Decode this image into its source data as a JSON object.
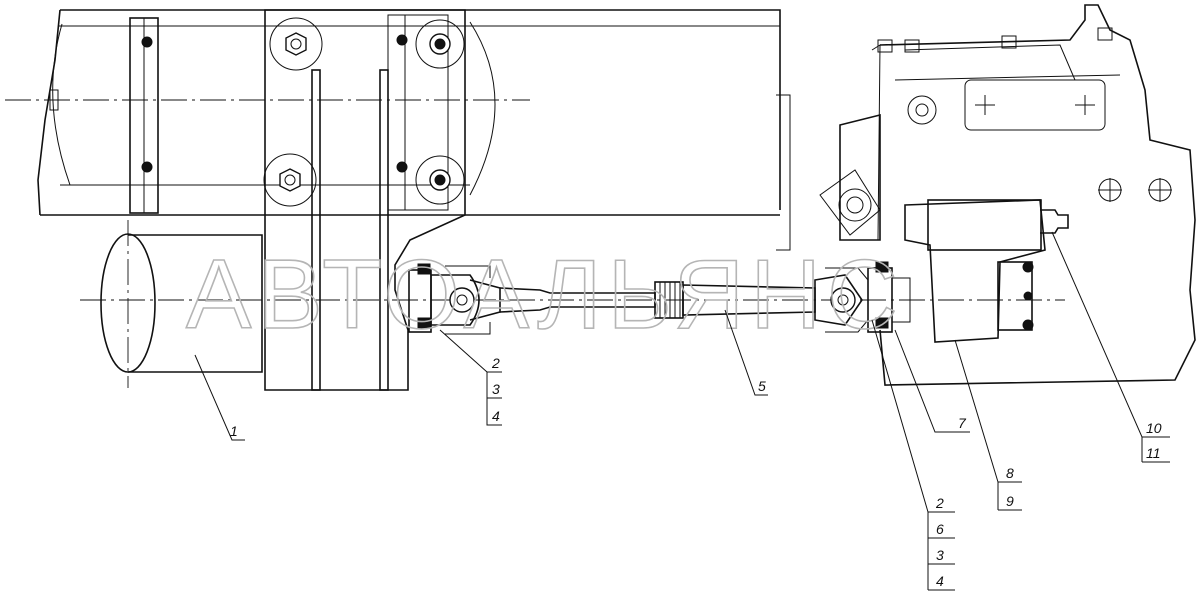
{
  "watermark": "АВТОАЛЬЯНС",
  "callouts": {
    "c1": "1",
    "c2a": "2",
    "c3a": "3",
    "c4a": "4",
    "c5": "5",
    "c7": "7",
    "c8": "8",
    "c9": "9",
    "c10": "10",
    "c11": "11",
    "c2b": "2",
    "c6": "6",
    "c3b": "3",
    "c4b": "4"
  }
}
